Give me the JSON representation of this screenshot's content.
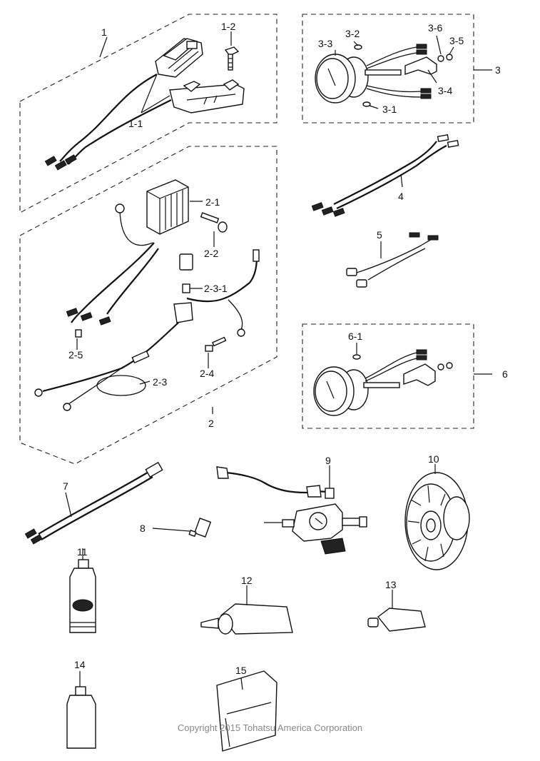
{
  "labels": {
    "p1": "1",
    "p1_1": "1-1",
    "p1_2": "1-2",
    "p2": "2",
    "p2_1": "2-1",
    "p2_2": "2-2",
    "p2_3": "2-3",
    "p2_3_1": "2-3-1",
    "p2_4": "2-4",
    "p2_5": "2-5",
    "p3": "3",
    "p3_1": "3-1",
    "p3_2": "3-2",
    "p3_3": "3-3",
    "p3_4": "3-4",
    "p3_5": "3-5",
    "p3_6": "3-6",
    "p4": "4",
    "p5": "5",
    "p6": "6",
    "p6_1": "6-1",
    "p7": "7",
    "p8": "8",
    "p9": "9",
    "p10": "10",
    "p11": "11",
    "p12": "12",
    "p13": "13",
    "p14": "14",
    "p15": "15"
  },
  "copyright": "Copyright 2015 Tohatsu America Corporation"
}
